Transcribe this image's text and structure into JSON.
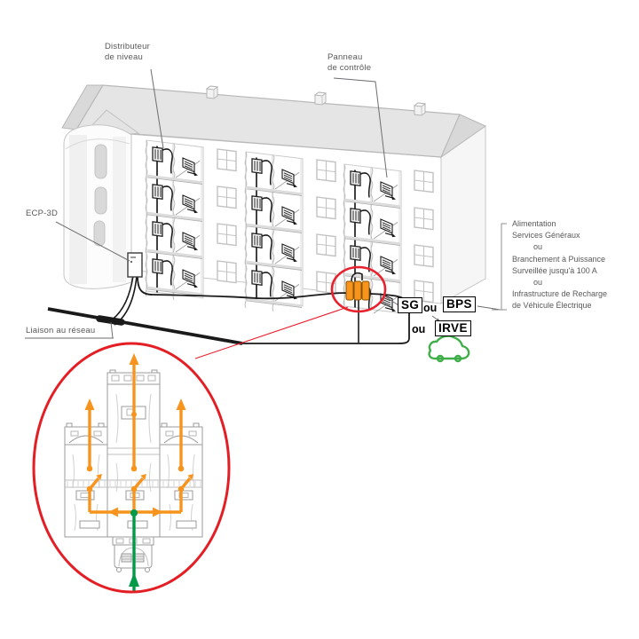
{
  "diagram": {
    "callouts": {
      "distributor_line1": "Distributeur",
      "distributor_line2": "de niveau",
      "panel_line1": "Panneau",
      "panel_line2": "de contrôle",
      "ecp": "ECP-3D",
      "liaison": "Liaison au réseau"
    },
    "options": {
      "sg": "SG",
      "ou_1": "ou",
      "bps": "BPS",
      "ou_2": "ou",
      "irve": "IRVE"
    },
    "legend_lines": [
      "Alimentation",
      "Services Généraux",
      "ou",
      "Branchement à Puissance",
      "Surveillée jusqu'à 100 A",
      "ou",
      "Infrastructure de Recharge",
      "de Véhicule Électrique"
    ],
    "colors": {
      "accent_orange": "#F7941E",
      "arrow_green": "#009B48",
      "car_green": "#3FAE49",
      "highlight_red": "#E8212E",
      "label_gray": "#58595B"
    }
  }
}
